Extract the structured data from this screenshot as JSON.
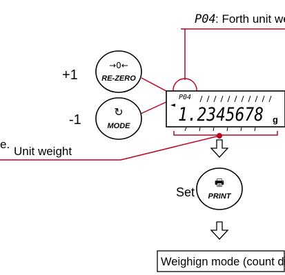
{
  "callout_top": {
    "code": "P04",
    "text": ": Forth unit weight"
  },
  "plus_label": "+1",
  "minus_label": "-1",
  "rezero_button": {
    "symbol": "→0←",
    "label": "RE-ZERO"
  },
  "mode_button": {
    "symbol": "↻",
    "label": "MODE"
  },
  "display": {
    "indicator": "◄",
    "small_code": "P04",
    "digits": "1.2345678",
    "unit": "g"
  },
  "partial_left_text": "e.",
  "unit_weight_label": "Unit weight",
  "set_label": "Set",
  "print_button": {
    "symbol": "🖶",
    "label": "PRINT"
  },
  "result_box": "Weighign mode (count display)",
  "colors": {
    "callout_line": "#c0001f",
    "ink": "#000000"
  }
}
